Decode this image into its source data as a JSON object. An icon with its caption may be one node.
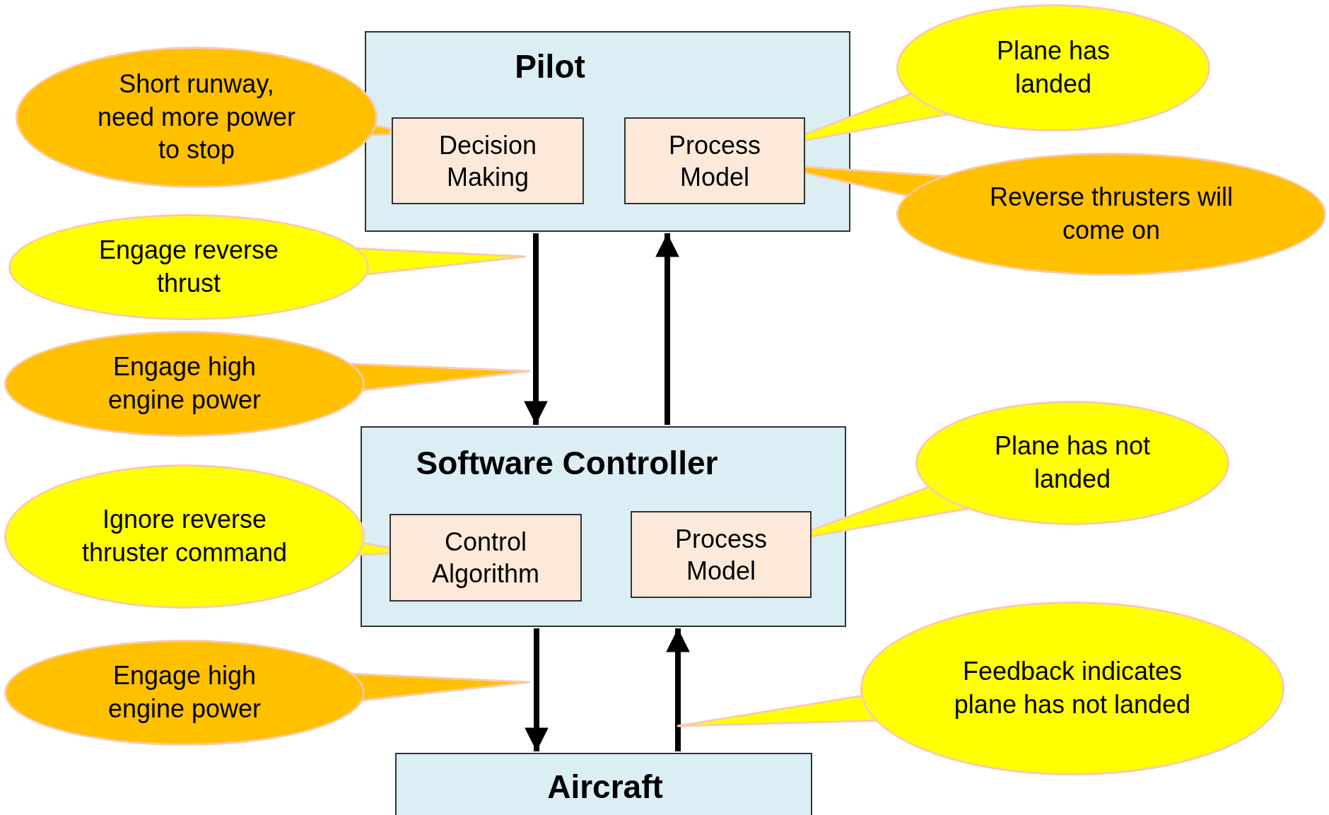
{
  "diagram": {
    "nodes": [
      {
        "text": [
          "Pilot"
        ]
      },
      {
        "text": [
          "Decision Making"
        ],
        "in": 0
      },
      {
        "text": [
          "Process Model"
        ],
        "in": 0
      },
      {
        "text": [
          "Software Controller"
        ]
      },
      {
        "text": [
          "Control Algorithm"
        ],
        "in": 3
      },
      {
        "text": [
          "Process Model"
        ],
        "in": 3
      },
      {
        "text": [
          "Aircraft"
        ]
      },
      {
        "text": [
          "Short runway, need more power to stop"
        ]
      },
      {
        "text": [
          "Plane has landed"
        ]
      },
      {
        "text": [
          "Reverse thrusters will come on"
        ]
      },
      {
        "text": [
          "Engage reverse thrust"
        ]
      },
      {
        "text": [
          "Engage high engine power"
        ]
      },
      {
        "text": [
          "Ignore reverse thruster command"
        ]
      },
      {
        "text": [
          "Plane has not landed"
        ]
      },
      {
        "text": [
          "Engage high engine power"
        ]
      },
      {
        "text": [
          "Feedback indicates plane has not landed"
        ]
      }
    ],
    "edges": [
      {
        "from": 0,
        "to": 3,
        "arrow": "to"
      },
      {
        "from": 3,
        "to": 0,
        "arrow": "to"
      },
      {
        "from": 3,
        "to": 6,
        "arrow": "to"
      },
      {
        "from": 6,
        "to": 3,
        "arrow": "to"
      },
      {
        "from": 7,
        "to": 1,
        "arrow": "none"
      },
      {
        "from": 8,
        "to": 2,
        "arrow": "none"
      },
      {
        "from": 9,
        "to": 2,
        "arrow": "none"
      },
      {
        "from": 10,
        "to": null,
        "arrow": "to"
      },
      {
        "from": 11,
        "to": null,
        "arrow": "to"
      },
      {
        "from": 12,
        "to": 4,
        "arrow": "none"
      },
      {
        "from": 13,
        "to": 5,
        "arrow": "none"
      },
      {
        "from": 14,
        "to": null,
        "arrow": "to"
      },
      {
        "from": 15,
        "to": null,
        "arrow": "to"
      }
    ]
  }
}
